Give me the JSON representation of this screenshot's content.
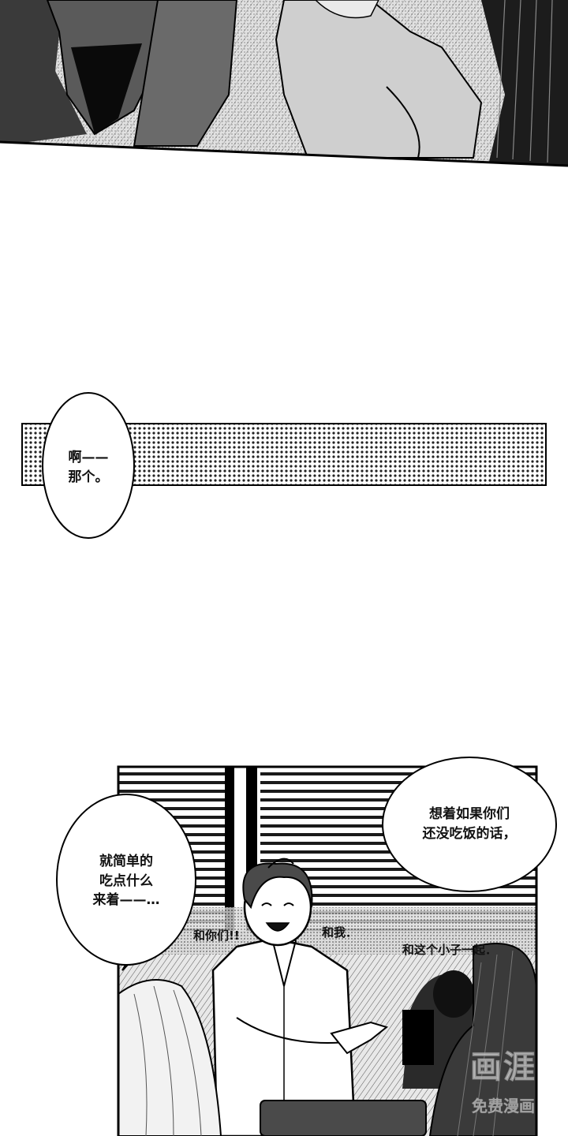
{
  "panel_top": {
    "description_icon": "characters-in-room-illustration"
  },
  "bubble_ah": {
    "text": "啊——\n那个。"
  },
  "bubble_eat": {
    "text": "就简单的\n吃点什么\n来着——…"
  },
  "bubble_if": {
    "text": "想着如果你们\n还没吃饭的话，"
  },
  "sfx": {
    "with_you": "和你们!!",
    "and_me": "和我．",
    "with_kid": "和这个小子一起．"
  },
  "watermark": {
    "logo_text": "画涯",
    "sub_text": "免费漫画"
  }
}
